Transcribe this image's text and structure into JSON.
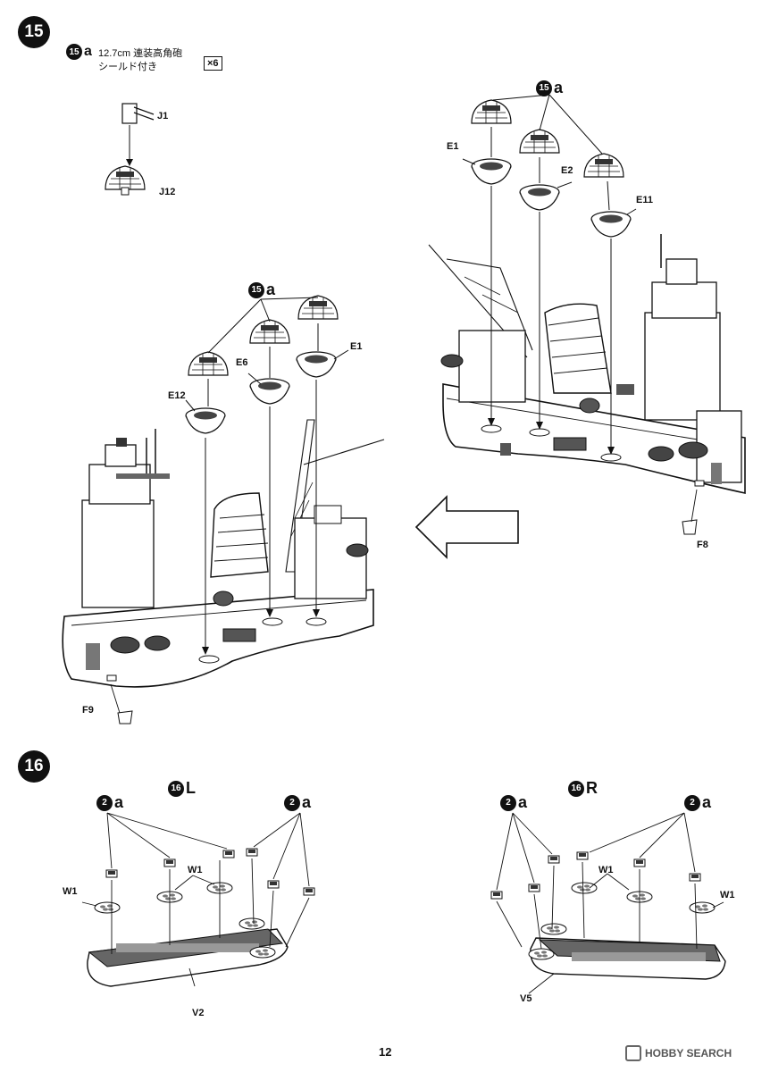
{
  "steps": {
    "s15": {
      "number": "15",
      "sub_ref": "15",
      "sub_letter": "a",
      "part_note_line1": "12.7cm 連装高角砲",
      "part_note_line2": "シールド付き",
      "quantity": "×6",
      "parts": [
        "J1",
        "J12"
      ],
      "left_assembly_labels": [
        "E12",
        "E6",
        "E1"
      ],
      "right_assembly_labels": [
        "E1",
        "E2",
        "E11"
      ],
      "extra_parts": [
        "F9",
        "F8"
      ]
    },
    "s16": {
      "number": "16",
      "left": {
        "ref": "16",
        "side": "L",
        "callouts": [
          "2a",
          "2a"
        ],
        "labels": [
          "W1",
          "W1",
          "V2"
        ]
      },
      "right": {
        "ref": "16",
        "side": "R",
        "callouts": [
          "2a",
          "2a"
        ],
        "labels": [
          "W1",
          "W1",
          "V5"
        ]
      }
    }
  },
  "page": {
    "number": "12"
  },
  "watermark": {
    "text": "HOBBY SEARCH"
  }
}
